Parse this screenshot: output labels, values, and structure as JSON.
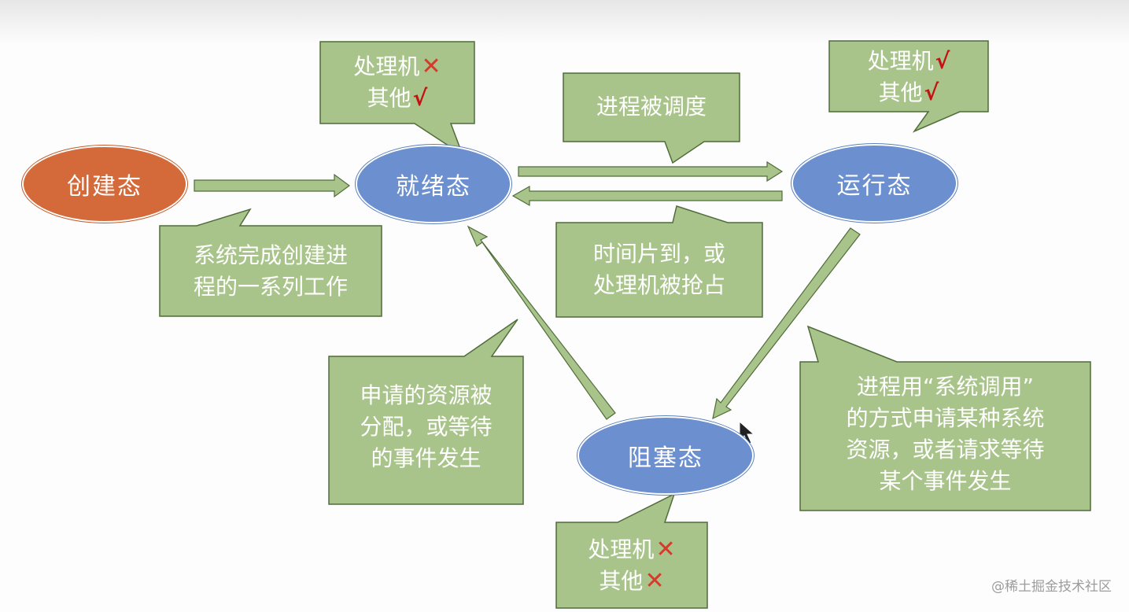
{
  "states": {
    "create": "创建态",
    "ready": "就绪态",
    "running": "运行态",
    "blocked": "阻塞态"
  },
  "callouts": {
    "ready_resources": {
      "line1_text": "处理机",
      "line1_mark": "✕",
      "line2_text": "其他",
      "line2_mark": "√"
    },
    "running_resources": {
      "line1_text": "处理机",
      "line1_mark": "√",
      "line2_text": "其他",
      "line2_mark": "√"
    },
    "blocked_resources": {
      "line1_text": "处理机",
      "line1_mark": "✕",
      "line2_text": "其他",
      "line2_mark": "✕"
    },
    "scheduled": {
      "line1": "进程被调度"
    },
    "created": {
      "line1": "系统完成创建进",
      "line2": "程的一系列工作"
    },
    "preempted": {
      "line1": "时间片到，或",
      "line2": "处理机被抢占"
    },
    "allocated": {
      "line1": "申请的资源被",
      "line2": "分配，或等待",
      "line3": "的事件发生"
    },
    "syscall": {
      "line1": "进程用“系统调用”",
      "line2": "的方式申请某种系统",
      "line3": "资源，或者请求等待",
      "line4": "某个事件发生"
    }
  },
  "watermark": "@稀土掘金技术社区",
  "colors": {
    "callout_fill": "#a9c48a",
    "callout_stroke": "#4f6d3a",
    "arrow_fill": "#a9c48a",
    "state_blue": "#6b8fcf",
    "state_orange": "#d4693a",
    "cross_mark": "#d63a2a",
    "check_mark": "#c01414"
  }
}
